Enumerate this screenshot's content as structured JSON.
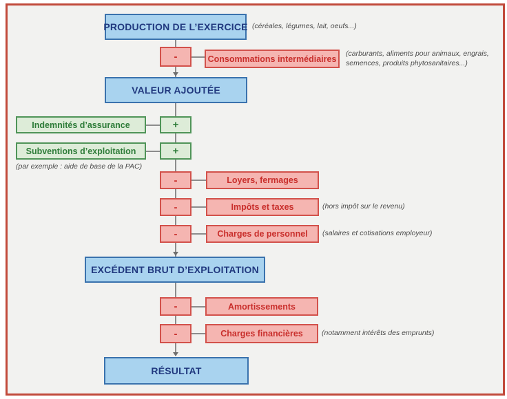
{
  "frame": {
    "border_color": "#c1493a",
    "background": "#f2f2f0"
  },
  "colors": {
    "blue_fill": "#a9d3ef",
    "blue_border": "#3a72ad",
    "blue_text": "#21397f",
    "red_fill": "#f5b5b1",
    "red_border": "#d2514b",
    "red_text": "#c92f2c",
    "green_fill": "#ddecd8",
    "green_border": "#4f9458",
    "green_text": "#2e7c39",
    "note_text": "#4a4a4a",
    "connector": "#8c8c8c"
  },
  "flow": {
    "production": {
      "label": "PRODUCTION DE L’EXERCICE",
      "note": "(céréales, légumes, lait, oeufs...)"
    },
    "consommations": {
      "operator": "-",
      "label": "Consommations intermédiaires",
      "note": "(carburants, aliments pour animaux, engrais, semences, produits phytosanitaires...)"
    },
    "valeur_ajoutee": {
      "label": "VALEUR AJOUTÉE"
    },
    "indemnites": {
      "operator": "+",
      "label": "Indemnités d’assurance"
    },
    "subventions": {
      "operator": "+",
      "label": "Subventions d’exploitation",
      "note": "(par exemple : aide de base de la PAC)"
    },
    "loyers": {
      "operator": "-",
      "label": "Loyers, fermages"
    },
    "impots": {
      "operator": "-",
      "label": "Impôts et taxes",
      "note": "(hors impôt sur le revenu)"
    },
    "charges_personnel": {
      "operator": "-",
      "label": "Charges de personnel",
      "note": "(salaires et cotisations employeur)"
    },
    "ebe": {
      "label": "EXCÉDENT BRUT D’EXPLOITATION"
    },
    "amortissements": {
      "operator": "-",
      "label": "Amortissements"
    },
    "charges_financieres": {
      "operator": "-",
      "label": "Charges financières",
      "note": "(notamment intérêts des emprunts)"
    },
    "resultat": {
      "label": "RÉSULTAT"
    }
  }
}
